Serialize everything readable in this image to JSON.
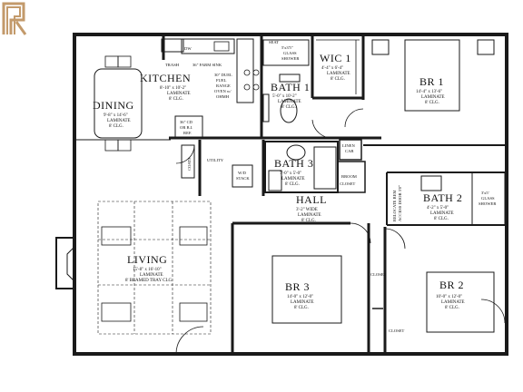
{
  "rooms": {
    "kitchen": {
      "name": "KITCHEN",
      "line1": "8'-10\" x 10'-2\"",
      "line2": "LAMINATE",
      "line3": "8' CLG."
    },
    "dining": {
      "name": "DINING",
      "line1": "9'-8\" x 14'-6\"",
      "line2": "LAMINATE",
      "line3": "8' CLG."
    },
    "bath1": {
      "name": "BATH 1",
      "line1": "5'-0\" x 10'-2\"",
      "line2": "LAMINATE",
      "line3": "8' CLG."
    },
    "wic1": {
      "name": "WIC 1",
      "line1": "4'-4\" x 6'-4\"",
      "line2": "LAMINATE",
      "line3": "8' CLG."
    },
    "br1": {
      "name": "BR 1",
      "line1": "14'-4\" x 13'-6\"",
      "line2": "LAMINATE",
      "line3": "8' CLG."
    },
    "bath3": {
      "name": "BATH 3",
      "line1": "7'-0\" x 5'-0\"",
      "line2": "LAMINATE",
      "line3": "8' CLG."
    },
    "hall": {
      "name": "HALL",
      "line1": "3'-2\" WIDE",
      "line2": "LAMINATE",
      "line3": "8' CLG."
    },
    "bath2": {
      "name": "BATH 2",
      "line1": "4'-2\" x 5'-0\"",
      "line2": "LAMINATE",
      "line3": "8' CLG."
    },
    "living": {
      "name": "LIVING",
      "line1": "15'-8\" x 16'-10\"",
      "line2": "LAMINATE",
      "line3": "8' BEAMED TRAY CLG."
    },
    "br3": {
      "name": "BR 3",
      "line1": "14'-0\" x 12'-0\"",
      "line2": "LAMINATE",
      "line3": "8' CLG."
    },
    "br2": {
      "name": "BR 2",
      "line1": "10'-0\" x 12'-0\"",
      "line2": "LAMINATE",
      "line3": "8' CLG."
    }
  },
  "notes": {
    "dw": "DW",
    "trash": "TRASH",
    "farm_sink": "36\" FARM SINK",
    "range1": "30\" DUEL",
    "range2": "FUEL",
    "range3": "RANGE",
    "range4": "OVEN w/",
    "range5": "OHMH",
    "ref1": "36\" CD",
    "ref2": "OR B.I.",
    "ref3": "REF.",
    "seat": "SEAT",
    "shower1a": "5'x3'5\"",
    "shower1b": "GLASS",
    "shower1c": "SHOWER",
    "linen1": "LINEN",
    "linen2": "CAB",
    "broom1": "BROOM",
    "broom2": "CLOSET",
    "utility": "UTILITY",
    "coats": "COATS",
    "wd1": "W/D",
    "wd2": "STACK",
    "relocate1": "RELOCATE REM",
    "relocate2": "ACCESS DOOR 3'0\"",
    "shower2a": "3'x5'",
    "shower2b": "GLASS",
    "shower2c": "SHOWER",
    "closet_a": "CLOSET",
    "closet_b": "CLOSET"
  },
  "colors": {
    "wall": "#1a1a1a",
    "logo": "#c39a6b",
    "line": "#333333"
  }
}
